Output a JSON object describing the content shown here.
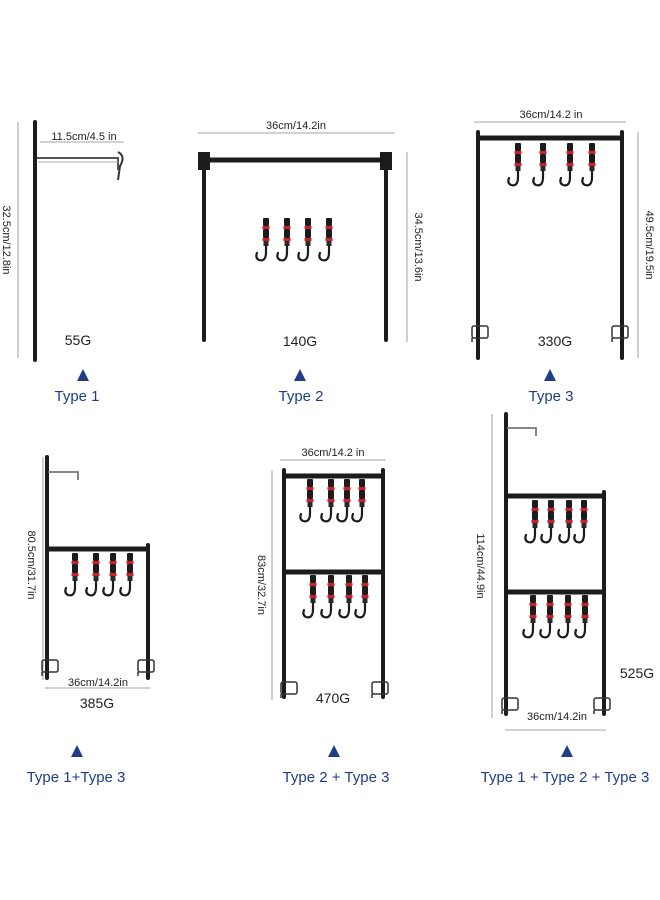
{
  "panels": [
    {
      "label": "Type 1",
      "weight": "55G",
      "dims": [
        "32.5cm/12.8in",
        "11.5cm/4.5 in"
      ]
    },
    {
      "label": "Type 2",
      "weight": "140G",
      "dims": [
        "36cm/14.2in",
        "34.5cm/13.6in"
      ]
    },
    {
      "label": "Type 3",
      "weight": "330G",
      "dims": [
        "36cm/14.2 in",
        "49.5cm/19.5in"
      ]
    },
    {
      "label": "Type 1+Type 3",
      "weight": "385G",
      "dims": [
        "80.5cm/31.7in",
        "36cm/14.2in"
      ]
    },
    {
      "label": "Type 2 + Type 3",
      "weight": "470G",
      "dims": [
        "36cm/14.2 in",
        "83cm/32.7in"
      ]
    },
    {
      "label": "Type 1 + Type 2 + Type 3",
      "weight": "525G",
      "dims": [
        "114cm/44.9in",
        "36cm/14.2in"
      ]
    }
  ],
  "colors": {
    "label": "#1f3e86",
    "frame": "#1c1c1c",
    "strap_red": "#c8202a"
  }
}
